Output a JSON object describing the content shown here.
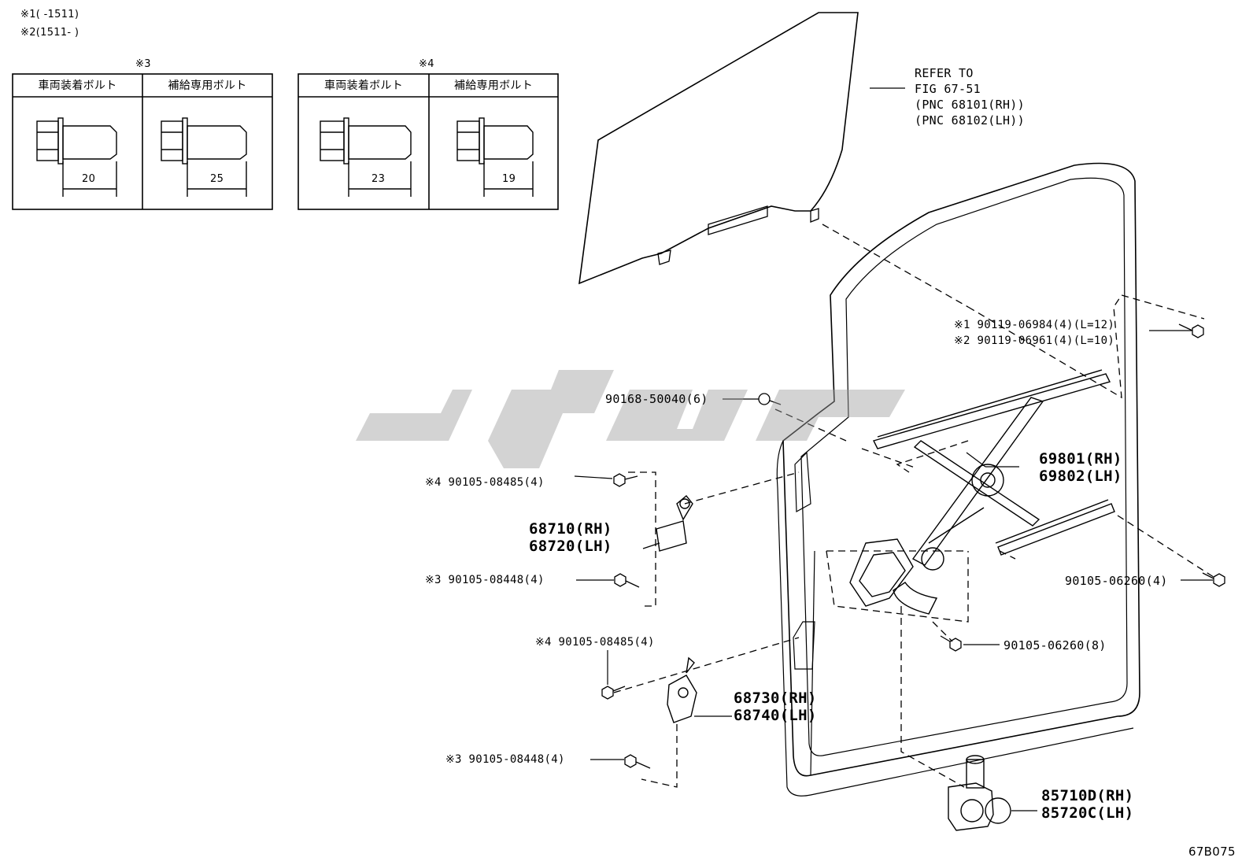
{
  "notes": {
    "n1": "※1(     -1511)",
    "n2": "※2(1511-     )"
  },
  "bolt_tables": [
    {
      "mark": "※3",
      "col1_header": "車両装着ボルト",
      "col2_header": "補給専用ボルト",
      "col1_dim": "20",
      "col2_dim": "25"
    },
    {
      "mark": "※4",
      "col1_header": "車両装着ボルト",
      "col2_header": "補給専用ボルト",
      "col1_dim": "23",
      "col2_dim": "19"
    }
  ],
  "refer": {
    "line1": "REFER TO",
    "line2": "FIG 67-51",
    "line3": "(PNC 68101(RH))",
    "line4": "(PNC 68102(LH))"
  },
  "callouts": {
    "c_90119_1": "※1 90119-06984(4)(L=12)",
    "c_90119_2": "※2 90119-06961(4)(L=10)",
    "c_90168": "90168-50040(6)",
    "c_69801": "69801(RH)",
    "c_69802": "69802(LH)",
    "c_90105_08485_a": "※4 90105-08485(4)",
    "c_68710": "68710(RH)",
    "c_68720": "68720(LH)",
    "c_90105_08448_a": "※3 90105-08448(4)",
    "c_90105_06260_4": "90105-06260(4)",
    "c_90105_06260_8": "90105-06260(8)",
    "c_90105_08485_b": "※4 90105-08485(4)",
    "c_68730": "68730(RH)",
    "c_68740": "68740(LH)",
    "c_90105_08448_b": "※3 90105-08448(4)",
    "c_85710": "85710D(RH)",
    "c_85720": "85720C(LH)"
  },
  "figure_code": "67B075"
}
